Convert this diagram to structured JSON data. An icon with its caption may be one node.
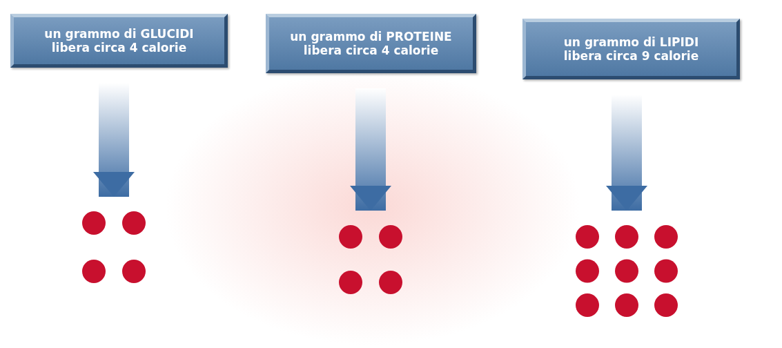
{
  "diagram": {
    "nodes": [
      {
        "text": [
          "un grammo di GLUCIDI libera circa 4 calorie"
        ]
      },
      {
        "text": [
          "un grammo di PROTEINE libera circa 4 calorie"
        ]
      },
      {
        "text": [
          "un grammo di LIPIDI libera circa 9 calorie"
        ]
      },
      {
        "text": [],
        "shape": "dots"
      },
      {
        "text": [],
        "shape": "dots"
      },
      {
        "text": [],
        "shape": "dots"
      }
    ],
    "edges": [
      {
        "from": 0,
        "to": 3,
        "arrow": "to"
      },
      {
        "from": 1,
        "to": 4,
        "arrow": "to"
      },
      {
        "from": 2,
        "to": 5,
        "arrow": "to"
      }
    ]
  }
}
